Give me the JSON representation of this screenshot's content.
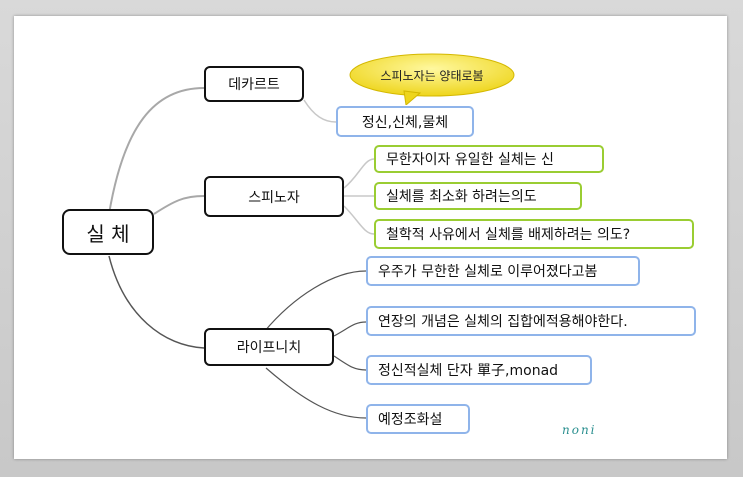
{
  "central": "실 체",
  "callout": "스피노자는 양태로봄",
  "branches": [
    {
      "label": "데카르트",
      "leaves": [
        "정신,신체,물체"
      ]
    },
    {
      "label": "스피노자",
      "leaves": [
        "무한자이자 유일한 실체는 신",
        "실체를 최소화 하려는의도",
        "철학적 사유에서 실체를 배제하려는 의도?"
      ]
    },
    {
      "label": "라이프니치",
      "leaves": [
        "우주가 무한한 실체로 이루어졌다고봄",
        "연장의 개념은  실체의 집합에적용해야한다.",
        "정신적실체 단자 單子,monad",
        "예정조화설"
      ]
    }
  ],
  "signature": "noni",
  "colors": {
    "leaf_green_border": "#9acd32",
    "leaf_blue_border": "#8fb4ea",
    "callout_fill": "#f7e740",
    "connector": "#aaaaaa"
  }
}
